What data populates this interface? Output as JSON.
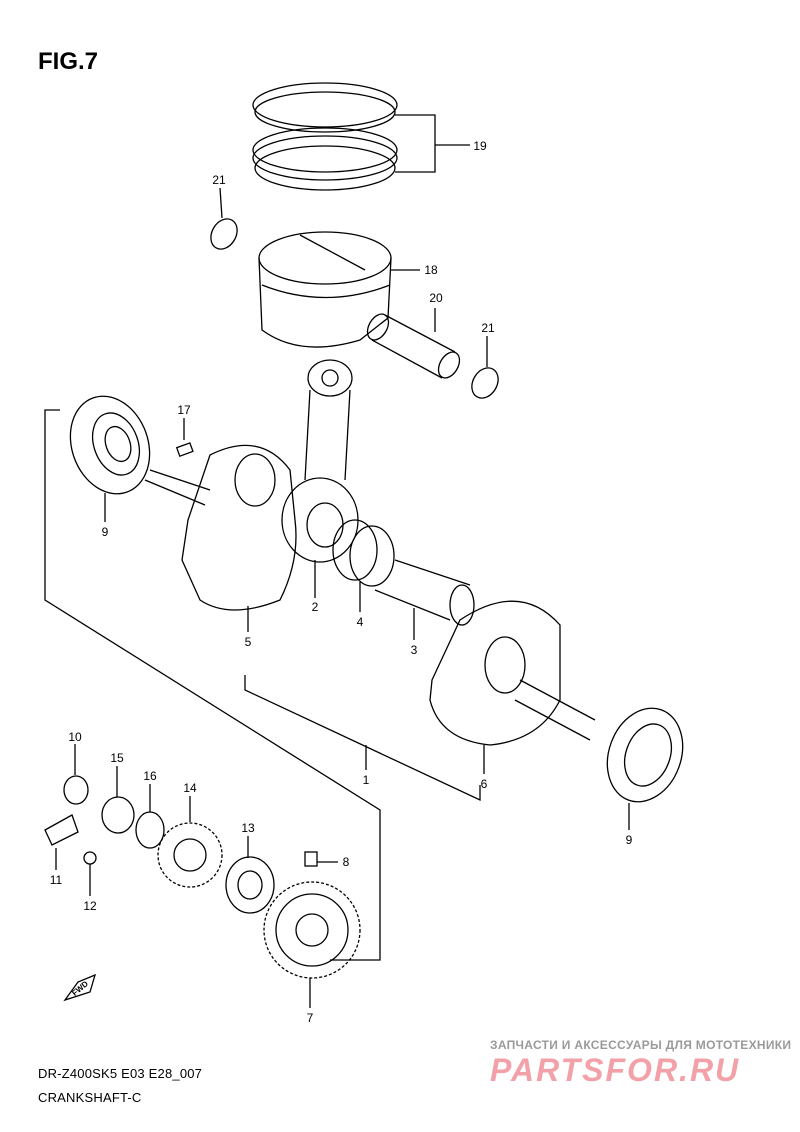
{
  "figure": {
    "title": "FIG.7"
  },
  "callouts": [
    {
      "id": "19",
      "label": "19"
    },
    {
      "id": "21a",
      "label": "21"
    },
    {
      "id": "18",
      "label": "18"
    },
    {
      "id": "20",
      "label": "20"
    },
    {
      "id": "21b",
      "label": "21"
    },
    {
      "id": "17",
      "label": "17"
    },
    {
      "id": "9a",
      "label": "9"
    },
    {
      "id": "2",
      "label": "2"
    },
    {
      "id": "4",
      "label": "4"
    },
    {
      "id": "3",
      "label": "3"
    },
    {
      "id": "5",
      "label": "5"
    },
    {
      "id": "1",
      "label": "1"
    },
    {
      "id": "6",
      "label": "6"
    },
    {
      "id": "9b",
      "label": "9"
    },
    {
      "id": "10",
      "label": "10"
    },
    {
      "id": "15",
      "label": "15"
    },
    {
      "id": "16",
      "label": "16"
    },
    {
      "id": "14",
      "label": "14"
    },
    {
      "id": "13",
      "label": "13"
    },
    {
      "id": "8",
      "label": "8"
    },
    {
      "id": "11",
      "label": "11"
    },
    {
      "id": "12",
      "label": "12"
    },
    {
      "id": "7",
      "label": "7"
    }
  ],
  "fwd_marker": "FWD",
  "footer": {
    "model_code": "DR-Z400SK5 E03 E28_007",
    "section": "CRANKSHAFT-C"
  },
  "watermark": {
    "tagline": "ЗАПЧАСТИ И АКСЕССУАРЫ ДЛЯ МОТОТЕХНИКИ",
    "logo": "PARTSFOR.RU"
  }
}
